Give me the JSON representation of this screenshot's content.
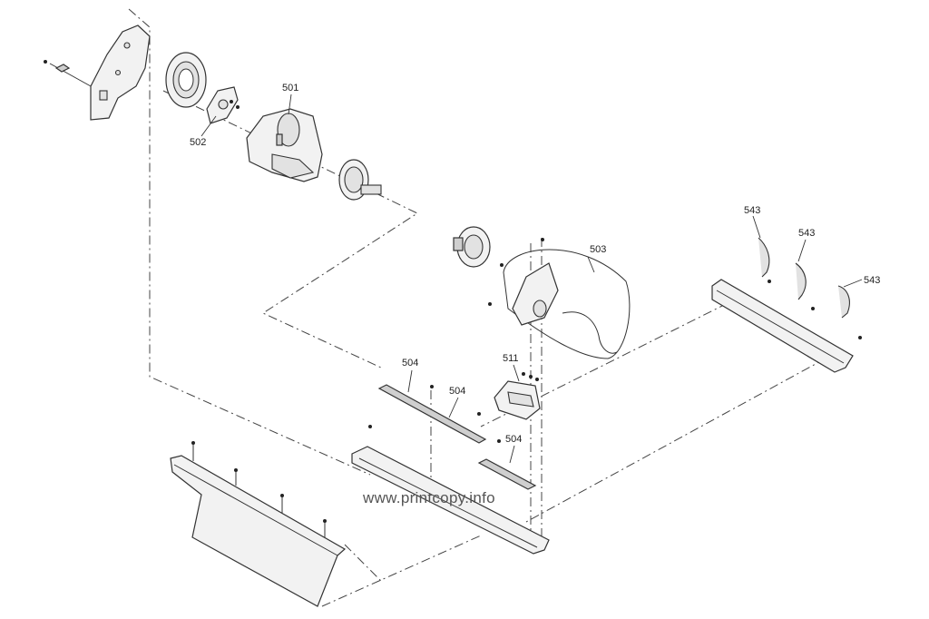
{
  "diagram": {
    "callouts": {
      "c501": "501",
      "c502": "502",
      "c503": "503",
      "c504a": "504",
      "c504b": "504",
      "c504c": "504",
      "c511": "511",
      "c543a": "543",
      "c543b": "543",
      "c543c": "543"
    },
    "watermark": "www.printcopy.info"
  }
}
